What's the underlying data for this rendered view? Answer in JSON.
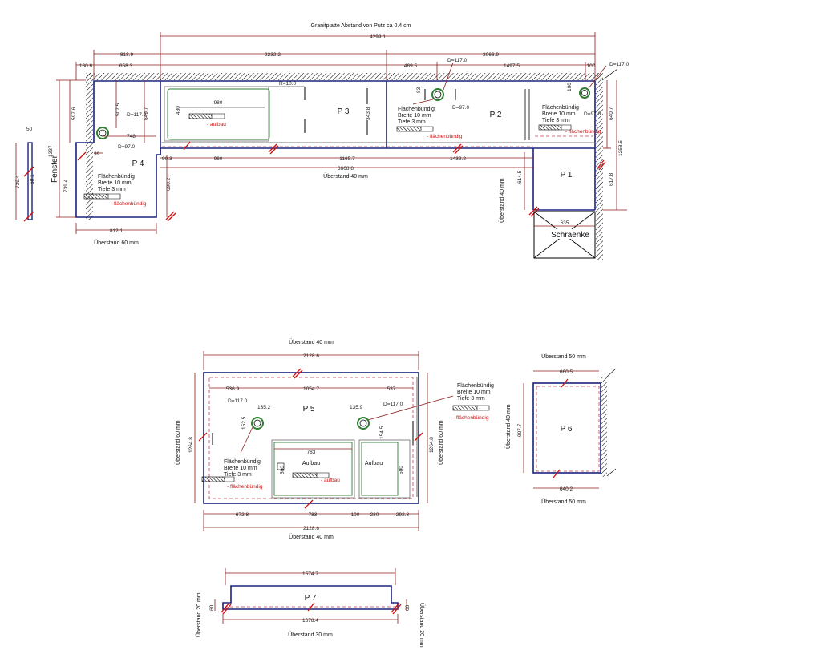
{
  "title": "Granitplatte Abstand von Putz ca 0.4 cm",
  "window_label": "Fenster",
  "cabinet_label": "Schraenke",
  "hint_flush": "Flächenbündig",
  "hint_width": "Breite 10 mm",
  "hint_depth": "Tiefe 3 mm",
  "hint_flush_red": "- flächenbündig",
  "hint_aufbau_red": "- aufbau",
  "aufbau": "Aufbau",
  "hole_d1": "D=117.0",
  "hole_d2": "D=97.0",
  "panels": {
    "p1": "P 1",
    "p2": "P 2",
    "p3": "P 3",
    "p4": "P 4",
    "p5": "P 5",
    "p6": "P 6",
    "p7": "P 7"
  },
  "overhang": {
    "p4_bottom": "Überstand 60 mm",
    "top_mid": "Überstand 40 mm",
    "p1_side": "Überstand 40 mm",
    "p5_top": "Überstand 40 mm",
    "p5_bottom": "Überstand 40 mm",
    "p5_left": "Überstand 60 mm",
    "p5_right": "Überstand 60 mm",
    "p6_top": "Überstand 50 mm",
    "p6_bottom": "Überstand 50 mm",
    "p6_left": "Überstand 40 mm",
    "p7_bottom": "Überstand 30 mm",
    "p7_left": "Überstand 20 mm",
    "p7_right": "Überstand 20 mm"
  },
  "dims": {
    "total": "4299.1",
    "d818": "818.9",
    "d2232": "2232.2",
    "d2066": "2066.9",
    "d160": "160.6",
    "d658": "658.3",
    "d469": "469.5",
    "d1497": "1497.5",
    "d100a": "100",
    "d597": "597.6",
    "d1337": "1337",
    "d507": "507.5",
    "d649": "649.7",
    "d748": "748",
    "d99": "99",
    "d739a": "739.4",
    "d739b": "739.4",
    "d50": "50",
    "d68": "68.1",
    "d980": "980",
    "d480": "480",
    "r": "R=10.0",
    "d343": "343.8",
    "d83": "83",
    "d100b": "100",
    "d640": "640.7",
    "d1258": "1258.5",
    "d617": "617.8",
    "d90": "90.3",
    "d690": "690.2",
    "d960": "960",
    "d1165": "1165.7",
    "d1432": "1432.2",
    "d3668": "3668.8",
    "d614": "614.5",
    "d635": "635",
    "d812": "812.1",
    "p5_top": "2128.6",
    "p5_s1": "536.9",
    "p5_s2": "1054.7",
    "p5_s3": "537",
    "p5_h1": "135.2",
    "p5_h2": "135.9",
    "p5_v1": "152.5",
    "p5_v2": "154.5",
    "p5_783a": "783",
    "p5_500a": "500",
    "p5_500b": "500",
    "p5_1264a": "1264.8",
    "p5_1264b": "1264.8",
    "p5_b1": "672.8",
    "p5_b2": "783",
    "p5_b3": "100",
    "p5_b4": "280",
    "p5_b5": "292.8",
    "p5_bottom": "2128.6",
    "p6_top": "660.5",
    "p6_side": "907.7",
    "p6_bottom": "640.2",
    "p7_top": "1574.7",
    "p7_bottom": "1678.4",
    "p7_l": "60",
    "p7_r": "60"
  }
}
